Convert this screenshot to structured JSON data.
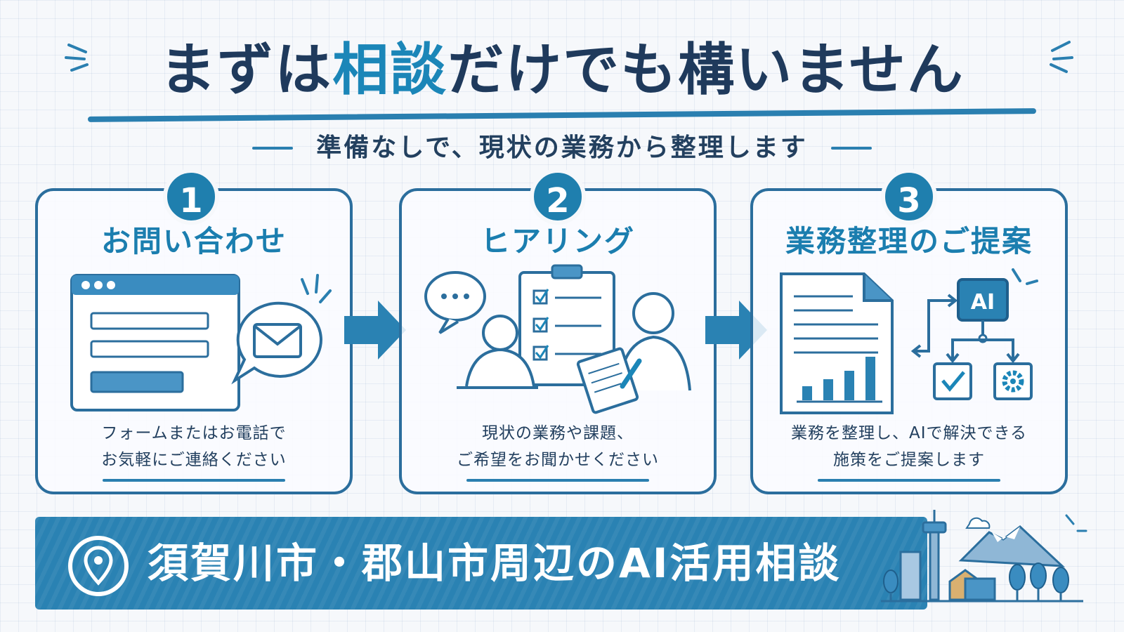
{
  "header": {
    "title_part1": "まずは",
    "title_accent": "相談",
    "title_part2": "だけでも構いません",
    "subtitle": "準備なしで、現状の業務から整理します"
  },
  "steps": [
    {
      "number": "1",
      "title": "お問い合わせ",
      "desc_line1": "フォームまたはお電話で",
      "desc_line2": "お気軽にご連絡ください"
    },
    {
      "number": "2",
      "title": "ヒアリング",
      "desc_line1": "現状の業務や課題、",
      "desc_line2": "ご希望をお聞かせください"
    },
    {
      "number": "3",
      "title": "業務整理のご提案",
      "desc_line1": "業務を整理し、AIで解決できる",
      "desc_line2": "施策をご提案します",
      "ai_label": "AI"
    }
  ],
  "banner": {
    "text": "須賀川市・郡山市周辺のAI活用相談",
    "icon": "map-pin-icon"
  },
  "colors": {
    "primary": "#1b86b8",
    "navy": "#1f3a5c",
    "outline": "#2b6e9d",
    "banner": "#2a82b3"
  }
}
